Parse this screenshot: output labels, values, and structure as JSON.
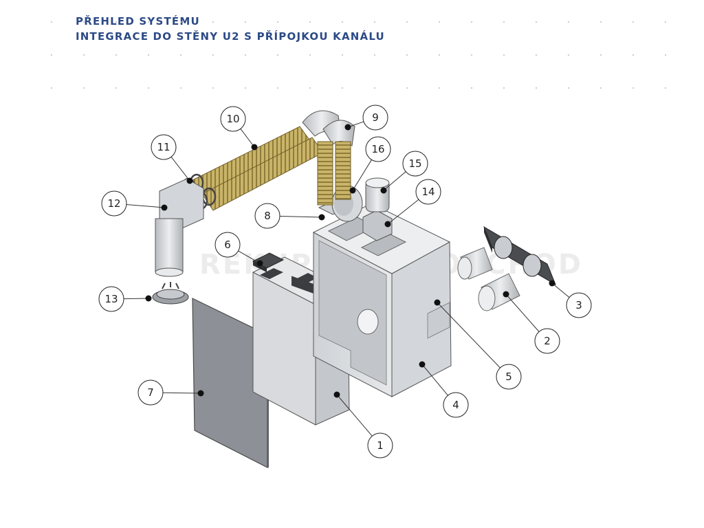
{
  "header": {
    "line1": "PŘEHLED SYSTÉMU",
    "line2": "INTEGRACE DO STĚNY U2 S PŘÍPOJKOU KANÁLU"
  },
  "watermark": "REKUPERACE-OBCHOD",
  "colors": {
    "title": "#2c4a86",
    "accent_dots": "#c8cedb",
    "hose": "#c9b46a",
    "body": "#d9dbde",
    "outline": "#555555"
  },
  "callouts": [
    {
      "id": "1",
      "label": "1"
    },
    {
      "id": "2",
      "label": "2"
    },
    {
      "id": "3",
      "label": "3"
    },
    {
      "id": "4",
      "label": "4"
    },
    {
      "id": "5",
      "label": "5"
    },
    {
      "id": "6",
      "label": "6"
    },
    {
      "id": "7",
      "label": "7"
    },
    {
      "id": "8",
      "label": "8"
    },
    {
      "id": "9",
      "label": "9"
    },
    {
      "id": "10",
      "label": "10"
    },
    {
      "id": "11",
      "label": "11"
    },
    {
      "id": "12",
      "label": "12"
    },
    {
      "id": "13",
      "label": "13"
    },
    {
      "id": "14",
      "label": "14"
    },
    {
      "id": "15",
      "label": "15"
    },
    {
      "id": "16",
      "label": "16"
    }
  ]
}
